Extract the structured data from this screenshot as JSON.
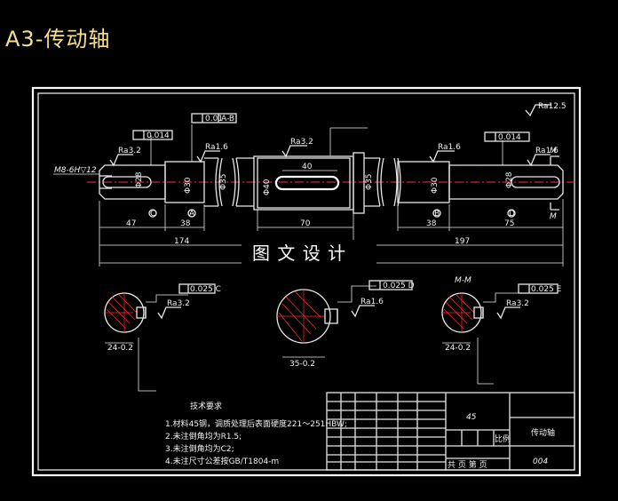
{
  "title": "A3-传动轴",
  "watermark": "图 文 设 计",
  "top_roughness": "Ra12.5",
  "thread_label": "M8-6H▽12",
  "section_label": "M-M",
  "section_markers": [
    "M",
    "M"
  ],
  "center_marks": [
    "C",
    "A",
    "B",
    "D"
  ],
  "surface_roughness": [
    "Ra3.2",
    "Ra1.6",
    "Ra3.2",
    "Ra1.6",
    "Ra1.6",
    "Ra3.2",
    "Ra1.6",
    "Ra3.2"
  ],
  "gdt": {
    "runout_a": "0.014",
    "parallel_ab": [
      "0.01",
      "A-B"
    ],
    "runout_b": "0.014",
    "sym_c": "0.025 C",
    "sym_d": "0.025 D",
    "sym_e": "0.025 E"
  },
  "diameters": [
    "Φ28",
    "Φ30",
    "Φ35",
    "Φ40",
    "Φ35",
    "Φ30",
    "Φ28"
  ],
  "dimensions": {
    "seg_47": "47",
    "seg_38a": "38",
    "keyway_40": "40",
    "seg_70": "70",
    "seg_38b": "38",
    "seg_75": "75",
    "total_left": "174",
    "total_right": "197"
  },
  "section_dims": [
    "24-0.2",
    "35-0.2",
    "24-0.2"
  ],
  "tech_requirements": {
    "heading": "技术要求",
    "items": [
      "1.材料45钢，调质处理后表面硬度221～251HBW;",
      "2.未注倒角均为R1.5;",
      "3.未注倒角均为C2;",
      "4.未注尺寸公差按GB/T1804-m"
    ]
  },
  "title_block": {
    "material": "45",
    "part_name": "传动轴",
    "drawing_no": "004",
    "scale_label": "比例",
    "bottom_note": "共 页  第 页"
  }
}
